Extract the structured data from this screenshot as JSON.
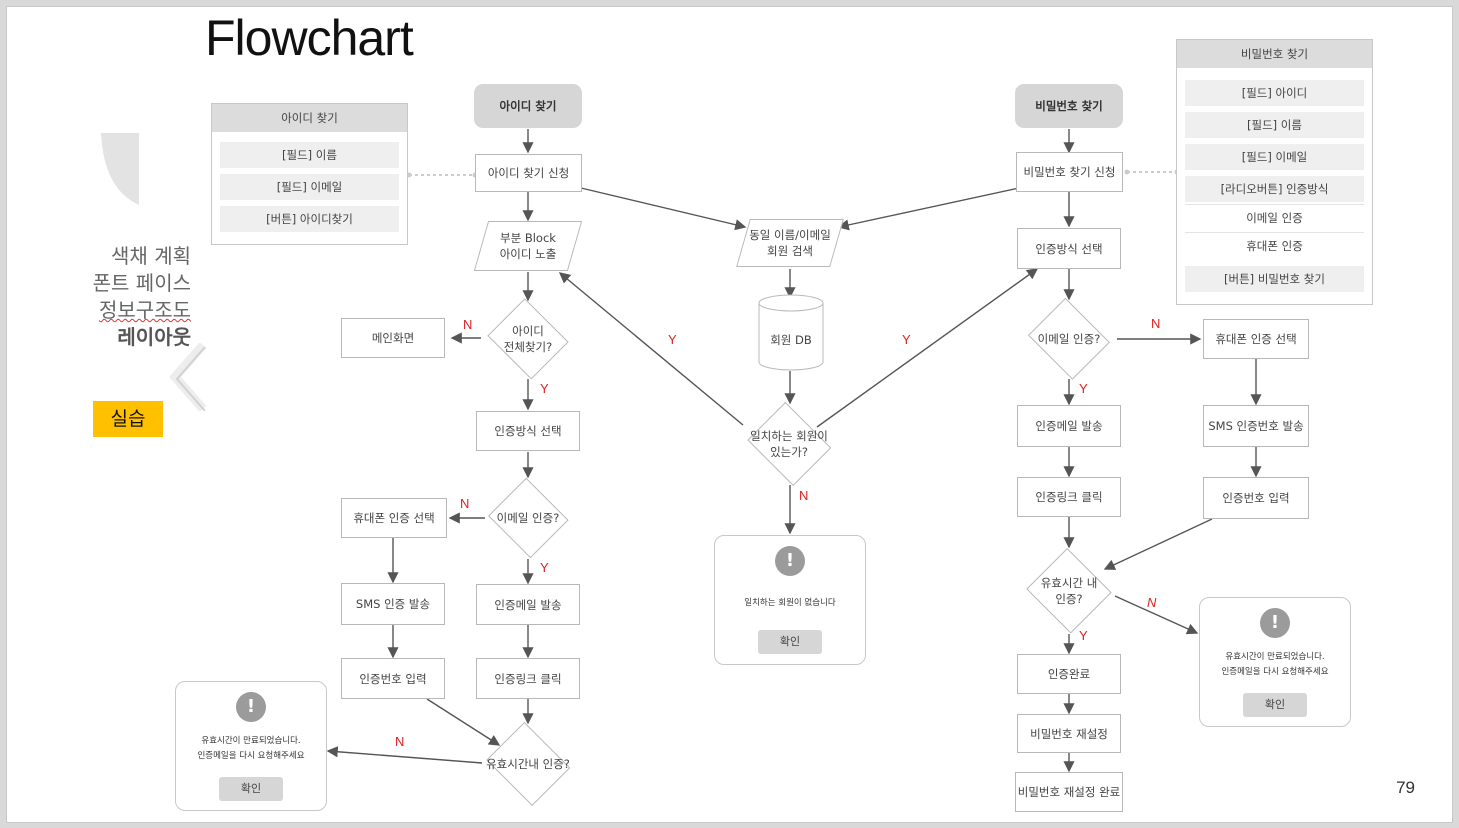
{
  "slide": {
    "title": "Flowchart",
    "page_number": "79",
    "menu": [
      "색채 계획",
      "폰트 페이스",
      "정보구조도",
      "레이아웃"
    ],
    "practice_label": "실습",
    "colors": {
      "accent": "#ffc000",
      "label_red": "#e02020",
      "node_gray": "#d6d6d6"
    }
  },
  "id_panel": {
    "header": "아이디 찾기",
    "rows": [
      "[필드] 이름",
      "[필드] 이메일",
      "[버튼] 아이디찾기"
    ]
  },
  "pw_panel": {
    "header": "비밀번호 찾기",
    "rows": [
      "[필드] 아이디",
      "[필드] 이름",
      "[필드] 이메일",
      "[라디오버튼] 인증방식",
      "이메일 인증",
      "휴대폰 인증",
      "[버튼] 비밀번호 찾기"
    ]
  },
  "nodes": {
    "id_start": "아이디 찾기",
    "id_request": "아이디 찾기 신청",
    "partial_block": "부분 Block\n아이디 노출",
    "full_id_q": "아이디\n전체찾기?",
    "main_screen": "메인화면",
    "id_auth_select": "인증방식 선택",
    "id_email_q": "이메일 인증?",
    "id_phone_select": "휴대폰 인증 선택",
    "id_sms_send": "SMS 인증 발송",
    "id_code_input": "인증번호 입력",
    "id_email_send": "인증메일 발송",
    "id_link_click": "인증링크 클릭",
    "id_valid_q": "유효시간내 인증?",
    "search_member": "동일 이름/이메일\n회원 검색",
    "member_db": "회원 DB",
    "match_q": "일치하는 회원이\n있는가?",
    "pw_start": "비밀번호 찾기",
    "pw_request": "비밀번호 찾기 신청",
    "pw_auth_select": "인증방식 선택",
    "pw_email_q": "이메일 인증?",
    "pw_phone_select": "휴대폰 인증 선택",
    "pw_email_send": "인증메일 발송",
    "pw_sms_send": "SMS 인증번호 발송",
    "pw_link_click": "인증링크 클릭",
    "pw_code_input": "인증번호 입력",
    "pw_valid_q": "유효시간 내\n인증?",
    "pw_done": "인증완료",
    "pw_reset": "비밀번호 재설정",
    "pw_reset_done": "비밀번호 재설정 완료"
  },
  "dialogs": {
    "expired_left": {
      "icon": "!",
      "message": "유효시간이 만료되었습니다.\n인증메일을 다시 요청해주세요",
      "button": "확인"
    },
    "no_member": {
      "icon": "!",
      "message": "일치하는 회원이 없습니다",
      "button": "확인"
    },
    "expired_right": {
      "icon": "!",
      "message": "유효시간이 만료되었습니다.\n인증메일을 다시 요청해주세요",
      "button": "확인"
    }
  },
  "edge_labels": {
    "yes": "Y",
    "no": "N"
  }
}
